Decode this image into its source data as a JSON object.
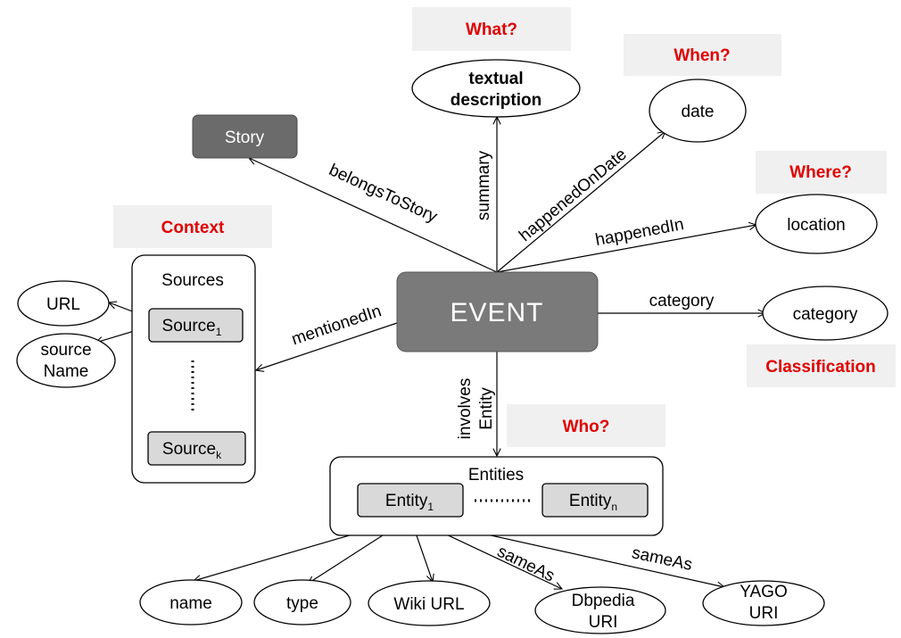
{
  "questions": {
    "what": "What?",
    "when": "When?",
    "where": "Where?",
    "who": "Who?",
    "context": "Context",
    "classification": "Classification"
  },
  "nodes": {
    "event": "EVENT",
    "story": "Story",
    "textual_line1": "textual",
    "textual_line2": "description",
    "date": "date",
    "location": "location",
    "category": "category",
    "url": "URL",
    "source_name_line1": "source",
    "source_name_line2": "Name",
    "name": "name",
    "type": "type",
    "wiki_url": "Wiki URL",
    "dbpedia_line1": "Dbpedia",
    "dbpedia_line2": "URI",
    "yago_line1": "YAGO",
    "yago_line2": "URI"
  },
  "containers": {
    "sources_title": "Sources",
    "source_first": "Source",
    "source_first_sub": "1",
    "source_last": "Source",
    "source_last_sub": "k",
    "entities_title": "Entities",
    "entity_first": "Entity",
    "entity_first_sub": "1",
    "entity_last": "Entity",
    "entity_last_sub": "n"
  },
  "edges": {
    "belongs_to_story": "belongsToStory",
    "summary": "summary",
    "happened_on_date": "happenedOnDate",
    "happened_in": "happenedIn",
    "category": "category",
    "mentioned_in": "mentionedIn",
    "involves_line1": "involves",
    "involves_line2": "Entity",
    "same_as_1": "sameAs",
    "same_as_2": "sameAs"
  },
  "colors": {
    "event_fill": "#7a7a7a",
    "story_fill": "#6b6b6b",
    "box_fill": "#d9d9d9",
    "label_bg": "#f0f0f0",
    "question_text": "#e00000"
  }
}
